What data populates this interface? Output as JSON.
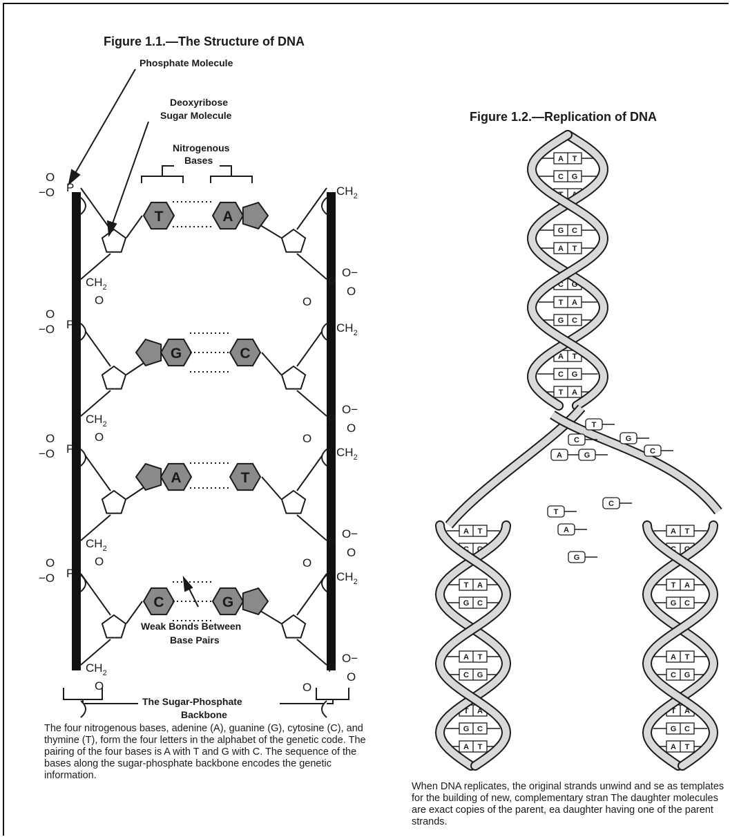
{
  "figure1": {
    "title": "Figure 1.1.—The Structure of DNA",
    "phosphate_label": "Phosphate Molecule",
    "sugar_label_line1": "Deoxyribose",
    "sugar_label_line2": "Sugar Molecule",
    "bases_label_line1": "Nitrogenous",
    "bases_label_line2": "Bases",
    "weak_bonds_line1": "Weak Bonds Between",
    "weak_bonds_line2": "Base Pairs",
    "backbone_line1": "The Sugar-Phosphate",
    "backbone_line2": "Backbone",
    "pairs": [
      {
        "left": "T",
        "right": "A"
      },
      {
        "left": "G",
        "right": "C"
      },
      {
        "left": "A",
        "right": "T"
      },
      {
        "left": "C",
        "right": "G"
      }
    ],
    "chem": {
      "o": "O",
      "minus_o": "−O",
      "p": "P",
      "ch": "CH",
      "sub2": "2",
      "o_minus": "O−"
    },
    "caption": "The four nitrogenous bases, adenine (A), guanine (G), cytosine (C), and thymine (T), form the four letters in the alphabet of the genetic code. The pairing of the four bases is A with T and G with C. The sequence of the bases along the sugar-phosphate backbone encodes the genetic information."
  },
  "figure2": {
    "title": "Figure 1.2.—Replication of DNA",
    "rung_pairs": [
      [
        "A",
        "T"
      ],
      [
        "C",
        "G"
      ],
      [
        "T",
        "A"
      ],
      [
        "G",
        "C"
      ]
    ],
    "free_nucleotides": [
      "T",
      "C",
      "A",
      "G",
      "G",
      "C",
      "T",
      "A",
      "C",
      "G"
    ],
    "caption": "When DNA replicates, the original strands unwind and se as templates for the building of new, complementary stran The daughter molecules are exact copies of the parent, ea daughter having one of the parent strands."
  },
  "colors": {
    "base_fill": "#8a8a8a",
    "strand_fill": "#d9d9d9",
    "ink": "#1a1a1a"
  }
}
